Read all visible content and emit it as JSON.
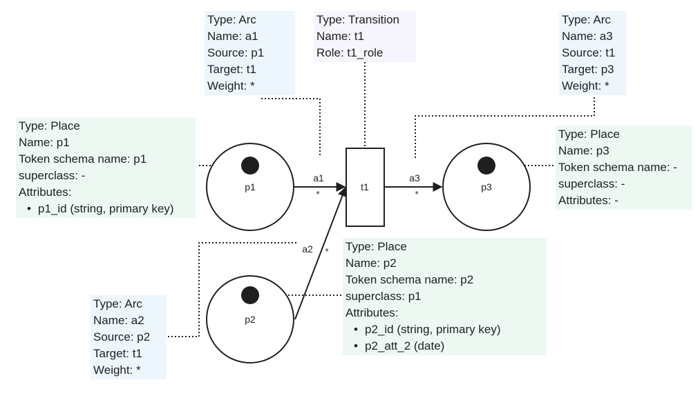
{
  "places": [
    {
      "id": "p1",
      "label": "p1"
    },
    {
      "id": "p2",
      "label": "p2"
    },
    {
      "id": "p3",
      "label": "p3"
    }
  ],
  "transitions": [
    {
      "id": "t1",
      "label": "t1"
    }
  ],
  "arcs": [
    {
      "id": "a1",
      "label": "a1",
      "weight": "*"
    },
    {
      "id": "a2",
      "label": "a2",
      "weight": "*"
    },
    {
      "id": "a3",
      "label": "a3",
      "weight": "*"
    }
  ],
  "info_boxes": {
    "arc_a1": [
      "Type: Arc",
      "Name: a1",
      "Source: p1",
      "Target: t1",
      "Weight: *"
    ],
    "transition_t1": [
      "Type: Transition",
      "Name: t1",
      "Role: t1_role"
    ],
    "arc_a3": [
      "Type: Arc",
      "Name: a3",
      "Source: t1",
      "Target: p3",
      "Weight: *"
    ],
    "place_p1": {
      "lines": [
        "Type: Place",
        "Name: p1",
        "Token schema name: p1",
        "superclass: -",
        "Attributes:"
      ],
      "attributes": [
        "p1_id (string, primary key)"
      ]
    },
    "place_p3": {
      "lines": [
        "Type: Place",
        "Name: p3",
        "Token schema name: -",
        "superclass: -",
        "Attributes: -"
      ],
      "attributes": []
    },
    "place_p2": {
      "lines": [
        "Type: Place",
        "Name: p2",
        "Token schema name: p2",
        "superclass: p1",
        "Attributes:"
      ],
      "attributes": [
        "p2_id (string, primary key)",
        "p2_att_2 (date)"
      ]
    },
    "arc_a2": [
      "Type: Arc",
      "Name: a2",
      "Source: p2",
      "Target: t1",
      "Weight: *"
    ]
  },
  "colors": {
    "arc_box_bg": "#eef6fd",
    "place_box_bg": "#edf8f3",
    "transition_box_bg": "#f6f4fd",
    "stroke": "#1f1f1f"
  }
}
